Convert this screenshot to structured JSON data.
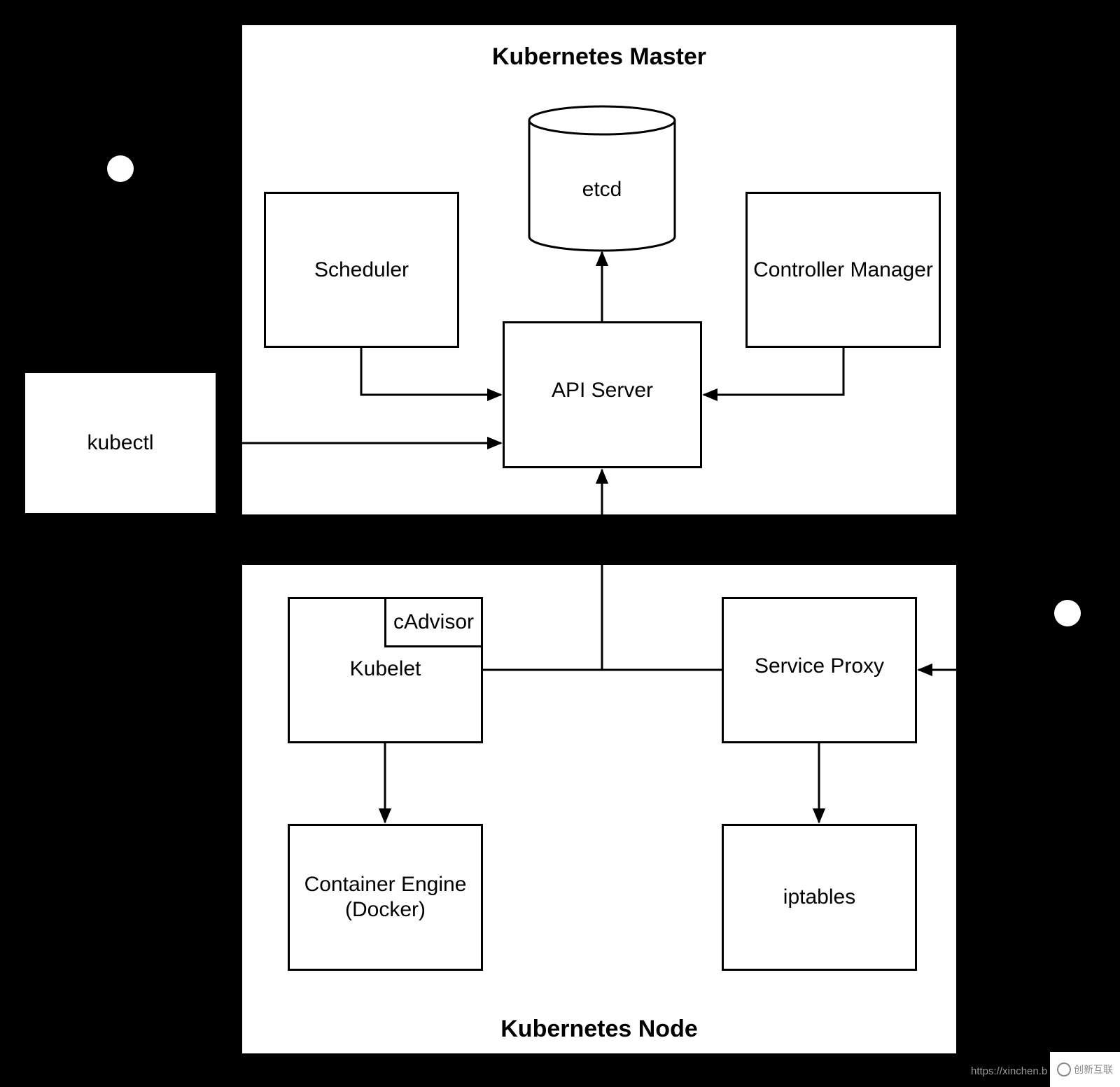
{
  "master": {
    "title": "Kubernetes Master",
    "etcd": "etcd",
    "scheduler": "Scheduler",
    "controller_manager": "Controller Manager",
    "api_server": "API Server"
  },
  "client": {
    "kubectl": "kubectl"
  },
  "node": {
    "title": "Kubernetes Node",
    "kubelet": "Kubelet",
    "cadvisor": "cAdvisor",
    "service_proxy": "Service Proxy",
    "container_engine": "Container Engine\n(Docker)",
    "iptables": "iptables"
  },
  "footer": {
    "url": "https://xinchen.b",
    "watermark": "创新互联"
  },
  "colors": {
    "background": "#000000",
    "panel": "#ffffff",
    "stroke": "#000000"
  }
}
